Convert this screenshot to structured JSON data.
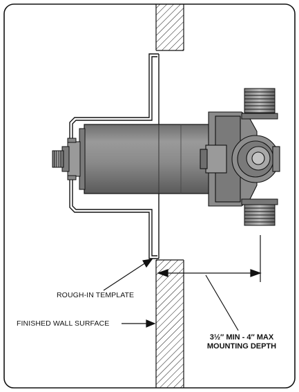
{
  "labels": {
    "rough_in_template": "ROUGH-IN TEMPLATE",
    "finished_wall_surface": "FINISHED WALL SURFACE",
    "mounting_depth_line1": "3½″ MIN - 4″ MAX",
    "mounting_depth_line2": "MOUNTING DEPTH"
  },
  "colors": {
    "line": "#111111",
    "body_gray": "#8c8c8c",
    "body_dark": "#5e5e5e",
    "body_light": "#b5b5b5"
  }
}
